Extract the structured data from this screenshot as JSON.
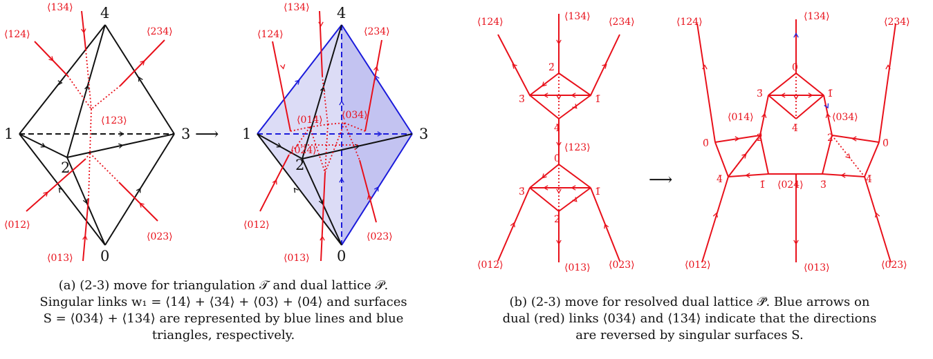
{
  "panel_a": {
    "vertex_labels": [
      "0",
      "1",
      "2",
      "3",
      "4"
    ],
    "left_red_labels": [
      "⟨134⟩",
      "⟨124⟩",
      "⟨234⟩",
      "⟨123⟩",
      "⟨012⟩",
      "⟨023⟩",
      "⟨013⟩"
    ],
    "right_red_labels": [
      "⟨134⟩",
      "⟨124⟩",
      "⟨234⟩",
      "⟨014⟩",
      "⟨034⟩",
      "⟨024⟩",
      "⟨012⟩",
      "⟨023⟩",
      "⟨013⟩"
    ],
    "arrow": "⟶",
    "caption": [
      "(a) (2-3) move for triangulation 𝒯 and dual lattice 𝒫.",
      "Singular links w₁ = ⟨14⟩ + ⟨34⟩ + ⟨03⟩ + ⟨04⟩ and surfaces",
      "S = ⟨034⟩ + ⟨134⟩ are represented by blue lines and blue",
      "triangles, respectively."
    ]
  },
  "panel_b": {
    "left_outer_labels": [
      "⟨124⟩",
      "⟨134⟩",
      "⟨234⟩",
      "⟨123⟩",
      "⟨012⟩",
      "⟨013⟩",
      "⟨023⟩"
    ],
    "left_node_labels": [
      "2̄",
      "3̄",
      "1̄",
      "4̄",
      "0̄",
      "3̄",
      "1̄",
      "2̄"
    ],
    "right_outer_labels": [
      "⟨124⟩",
      "⟨134⟩",
      "⟨234⟩",
      "⟨014⟩",
      "⟨034⟩",
      "⟨024⟩",
      "⟨012⟩",
      "⟨013⟩",
      "⟨023⟩"
    ],
    "right_node_labels": [
      "0̄",
      "3̄",
      "1̄",
      "4̄",
      "2̄",
      "2̄",
      "0̄",
      "0̄",
      "4̄",
      "1̄",
      "3̄",
      "4̄"
    ],
    "arrow": "⟶",
    "caption": [
      "(b) (2-3) move for resolved dual lattice 𝒫̃. Blue arrows on",
      "dual (red) links ⟨034⟩ and ⟨134⟩ indicate that the directions",
      "are reversed by singular surfaces S."
    ]
  },
  "colors": {
    "black": "#111111",
    "red": "#e8101a",
    "blue": "#1a1adb",
    "blue_fill": "#dcdcf6",
    "blue_fill_dark": "#b9b9ee"
  }
}
